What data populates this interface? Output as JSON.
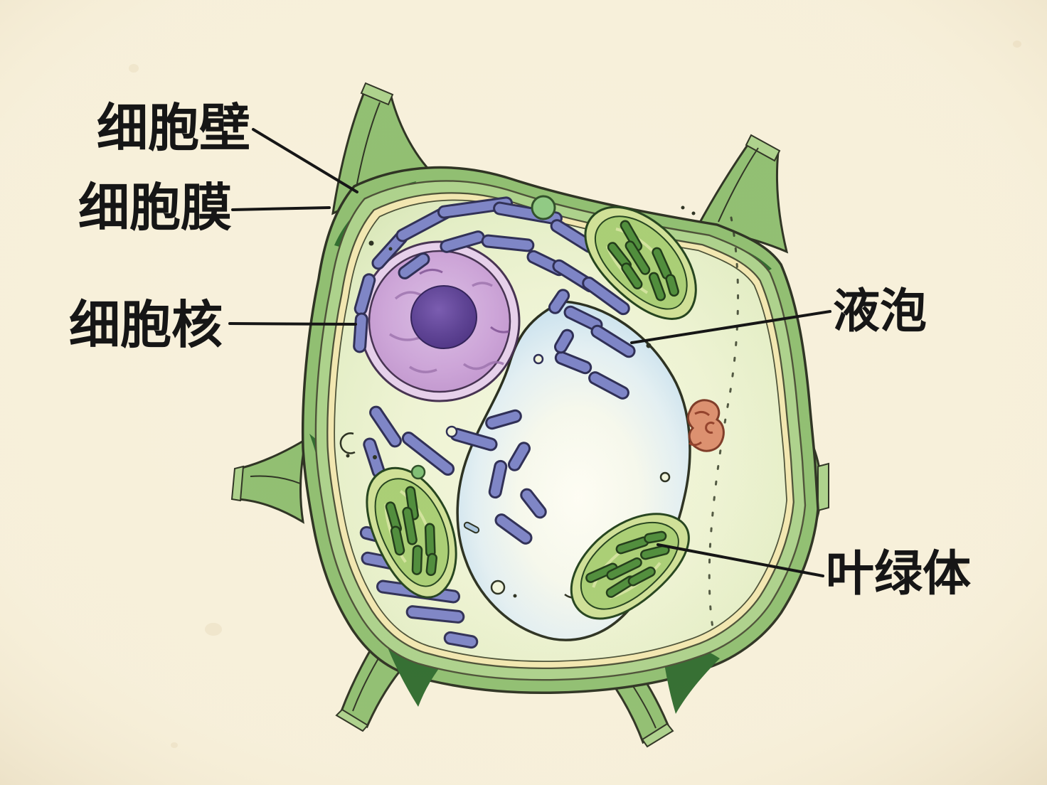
{
  "diagram": {
    "subject_labels": [
      {
        "id": "cell-wall",
        "text": "细胞壁"
      },
      {
        "id": "cell-membrane",
        "text": "细胞膜"
      },
      {
        "id": "cell-nucleus",
        "text": "细胞核"
      },
      {
        "id": "vacuole",
        "text": "液泡"
      },
      {
        "id": "chloroplast",
        "text": "叶绿体"
      }
    ]
  },
  "palette": {
    "paper": "#f7f0db",
    "ink": "#2b3020",
    "ink-soft": "#4a4f35",
    "wall-mid": "#8fbe70",
    "wall-light": "#acd18b",
    "wall-dark": "#2f6b2e",
    "membrane": "#f2e7b0",
    "er": "#7d84c6",
    "er-ink": "#2e2e55",
    "chl-light": "#cfe096",
    "chl-mid": "#a9ce74",
    "chl-dark": "#4e8c3a",
    "chl-ink": "#23421c",
    "mito": "#db8f6e",
    "mito-ink": "#7e3a26",
    "label": "#161616"
  }
}
